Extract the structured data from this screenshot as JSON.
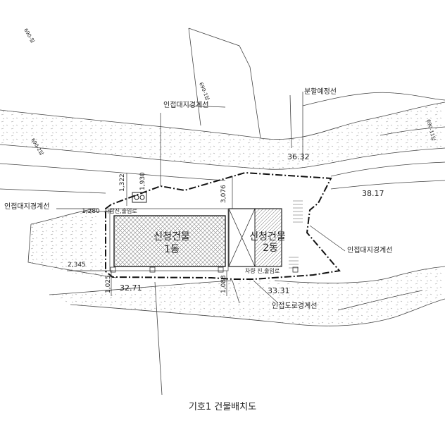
{
  "caption": "기호1 건물배치도",
  "labels": {
    "adjacent_land_line_top": "인접대지경계선",
    "adjacent_land_line_left": "인접대지경계선",
    "adjacent_land_line_right": "인접대지경계선",
    "planned_division_line": "분할예정선",
    "adjacent_road_line": "인접도로경계선",
    "building1_title": "신청건물",
    "building1_sub": "1동",
    "building2_title": "신청건물",
    "building2_sub": "2동",
    "entrance_person": "사람진,출입로",
    "entrance_vehicle": "차량 진,출입로"
  },
  "dimensions": {
    "d1930": "1,930",
    "d1322": "1,322",
    "d3076": "3,076",
    "d1280": "1,280",
    "d2345": "2,345",
    "d1025": "1,025",
    "d1088": "1,088",
    "d3271": "32.71",
    "d3331": "33.31",
    "d3632": "36.32",
    "d3817": "38.17"
  },
  "lot_numbers": {
    "top_left": "690-일",
    "upper_mid": "690-1답",
    "left_mid": "690-2답",
    "right_edge": "690-11답"
  },
  "colors": {
    "line": "#222222",
    "hatch": "#777777",
    "background": "#ffffff"
  }
}
